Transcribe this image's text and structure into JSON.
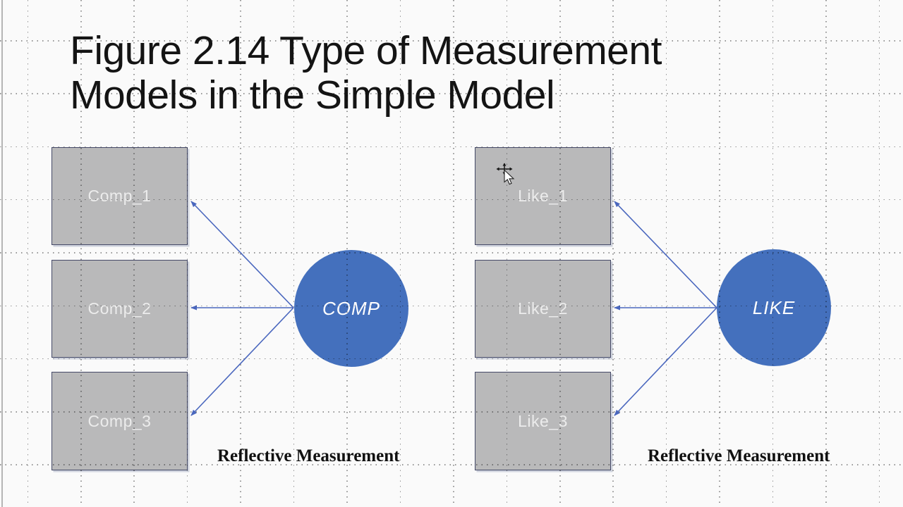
{
  "title": {
    "line1": "Figure 2.14 Type of Measurement",
    "line2": "Models in the Simple Model"
  },
  "diagram": {
    "models": [
      {
        "construct": "COMP",
        "indicators": [
          "Comp_1",
          "Comp_2",
          "Comp_3"
        ],
        "caption": "Reflective Measurement",
        "arrow_direction": "construct-to-indicators"
      },
      {
        "construct": "LIKE",
        "indicators": [
          "Like_1",
          "Like_2",
          "Like_3"
        ],
        "caption": "Reflective Measurement",
        "arrow_direction": "construct-to-indicators"
      }
    ]
  },
  "colors": {
    "construct_fill": "#4470bd",
    "indicator_fill": "#b9b9ba",
    "indicator_border": "#454a68",
    "indicator_text": "#ececec",
    "arrow": "#4a67be",
    "title_text": "#141414",
    "grid_dot": "#949494",
    "background": "#fafafa"
  },
  "cursor": {
    "icon": "move-pointer"
  }
}
